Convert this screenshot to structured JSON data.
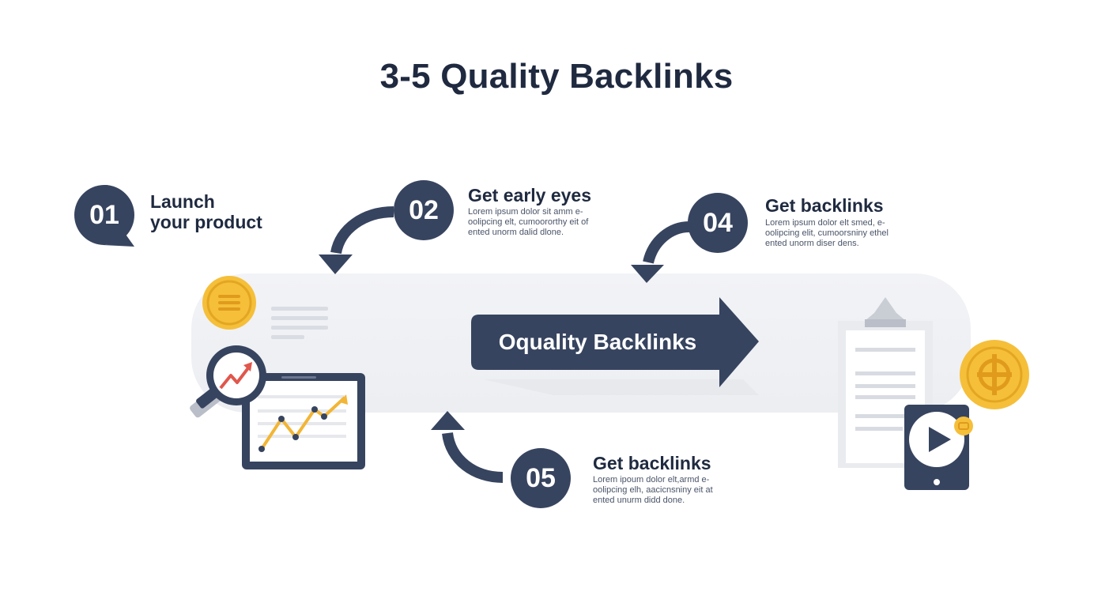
{
  "title": "3-5 Quality Backlinks",
  "center_label": "Oquality Backlinks",
  "steps": [
    {
      "number": "01",
      "title_line1": "Launch",
      "title_line2": "your product"
    },
    {
      "number": "02",
      "title": "Get early eyes",
      "desc": "Lorem ipsum dolor sit amm e- oolipcing elt, cumoororthy eit of ented unorm dalid dlone."
    },
    {
      "number": "04",
      "title": "Get backlinks",
      "desc": "Lorem ipsum dolor elt smed, e- oolipcing elit, cumoorsniny ethel ented unorm diser dens."
    },
    {
      "number": "05",
      "title": "Get backlinks",
      "desc": "Lorem ipoum dolor elt,armd e- oolipcing elh, aacicnsniny eit at ented unurm didd done."
    }
  ],
  "colors": {
    "navy": "#37445f",
    "coin": "#f5bf3a",
    "accent_red": "#e0574c",
    "band": "#eef0f3"
  },
  "icons": [
    "speech-bubble-icon",
    "coin-menu-icon",
    "magnifier-chart-icon",
    "tablet-line-chart-icon",
    "clipboard-document-icon",
    "dollar-coin-icon",
    "video-tablet-icon",
    "curved-arrow-icon"
  ]
}
